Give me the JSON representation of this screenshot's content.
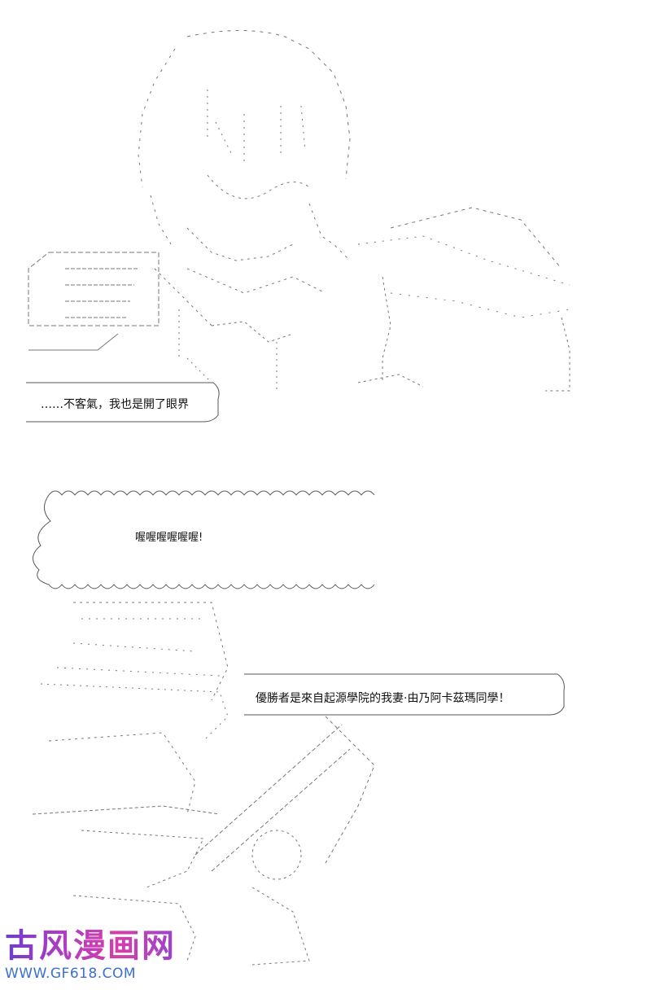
{
  "captions": {
    "caption1": "……不客氣，我也是開了眼界",
    "caption2": "喔喔喔喔喔喔!",
    "caption3": "優勝者是來自起源學院的我妻·由乃阿卡茲瑪同學！"
  },
  "watermark": {
    "title": "古风漫画网",
    "url": "WWW.GF618.COM"
  },
  "colors": {
    "line": "#555555",
    "watermark_purple": "#8a3fd0",
    "watermark_url": "#3b6fd1"
  }
}
